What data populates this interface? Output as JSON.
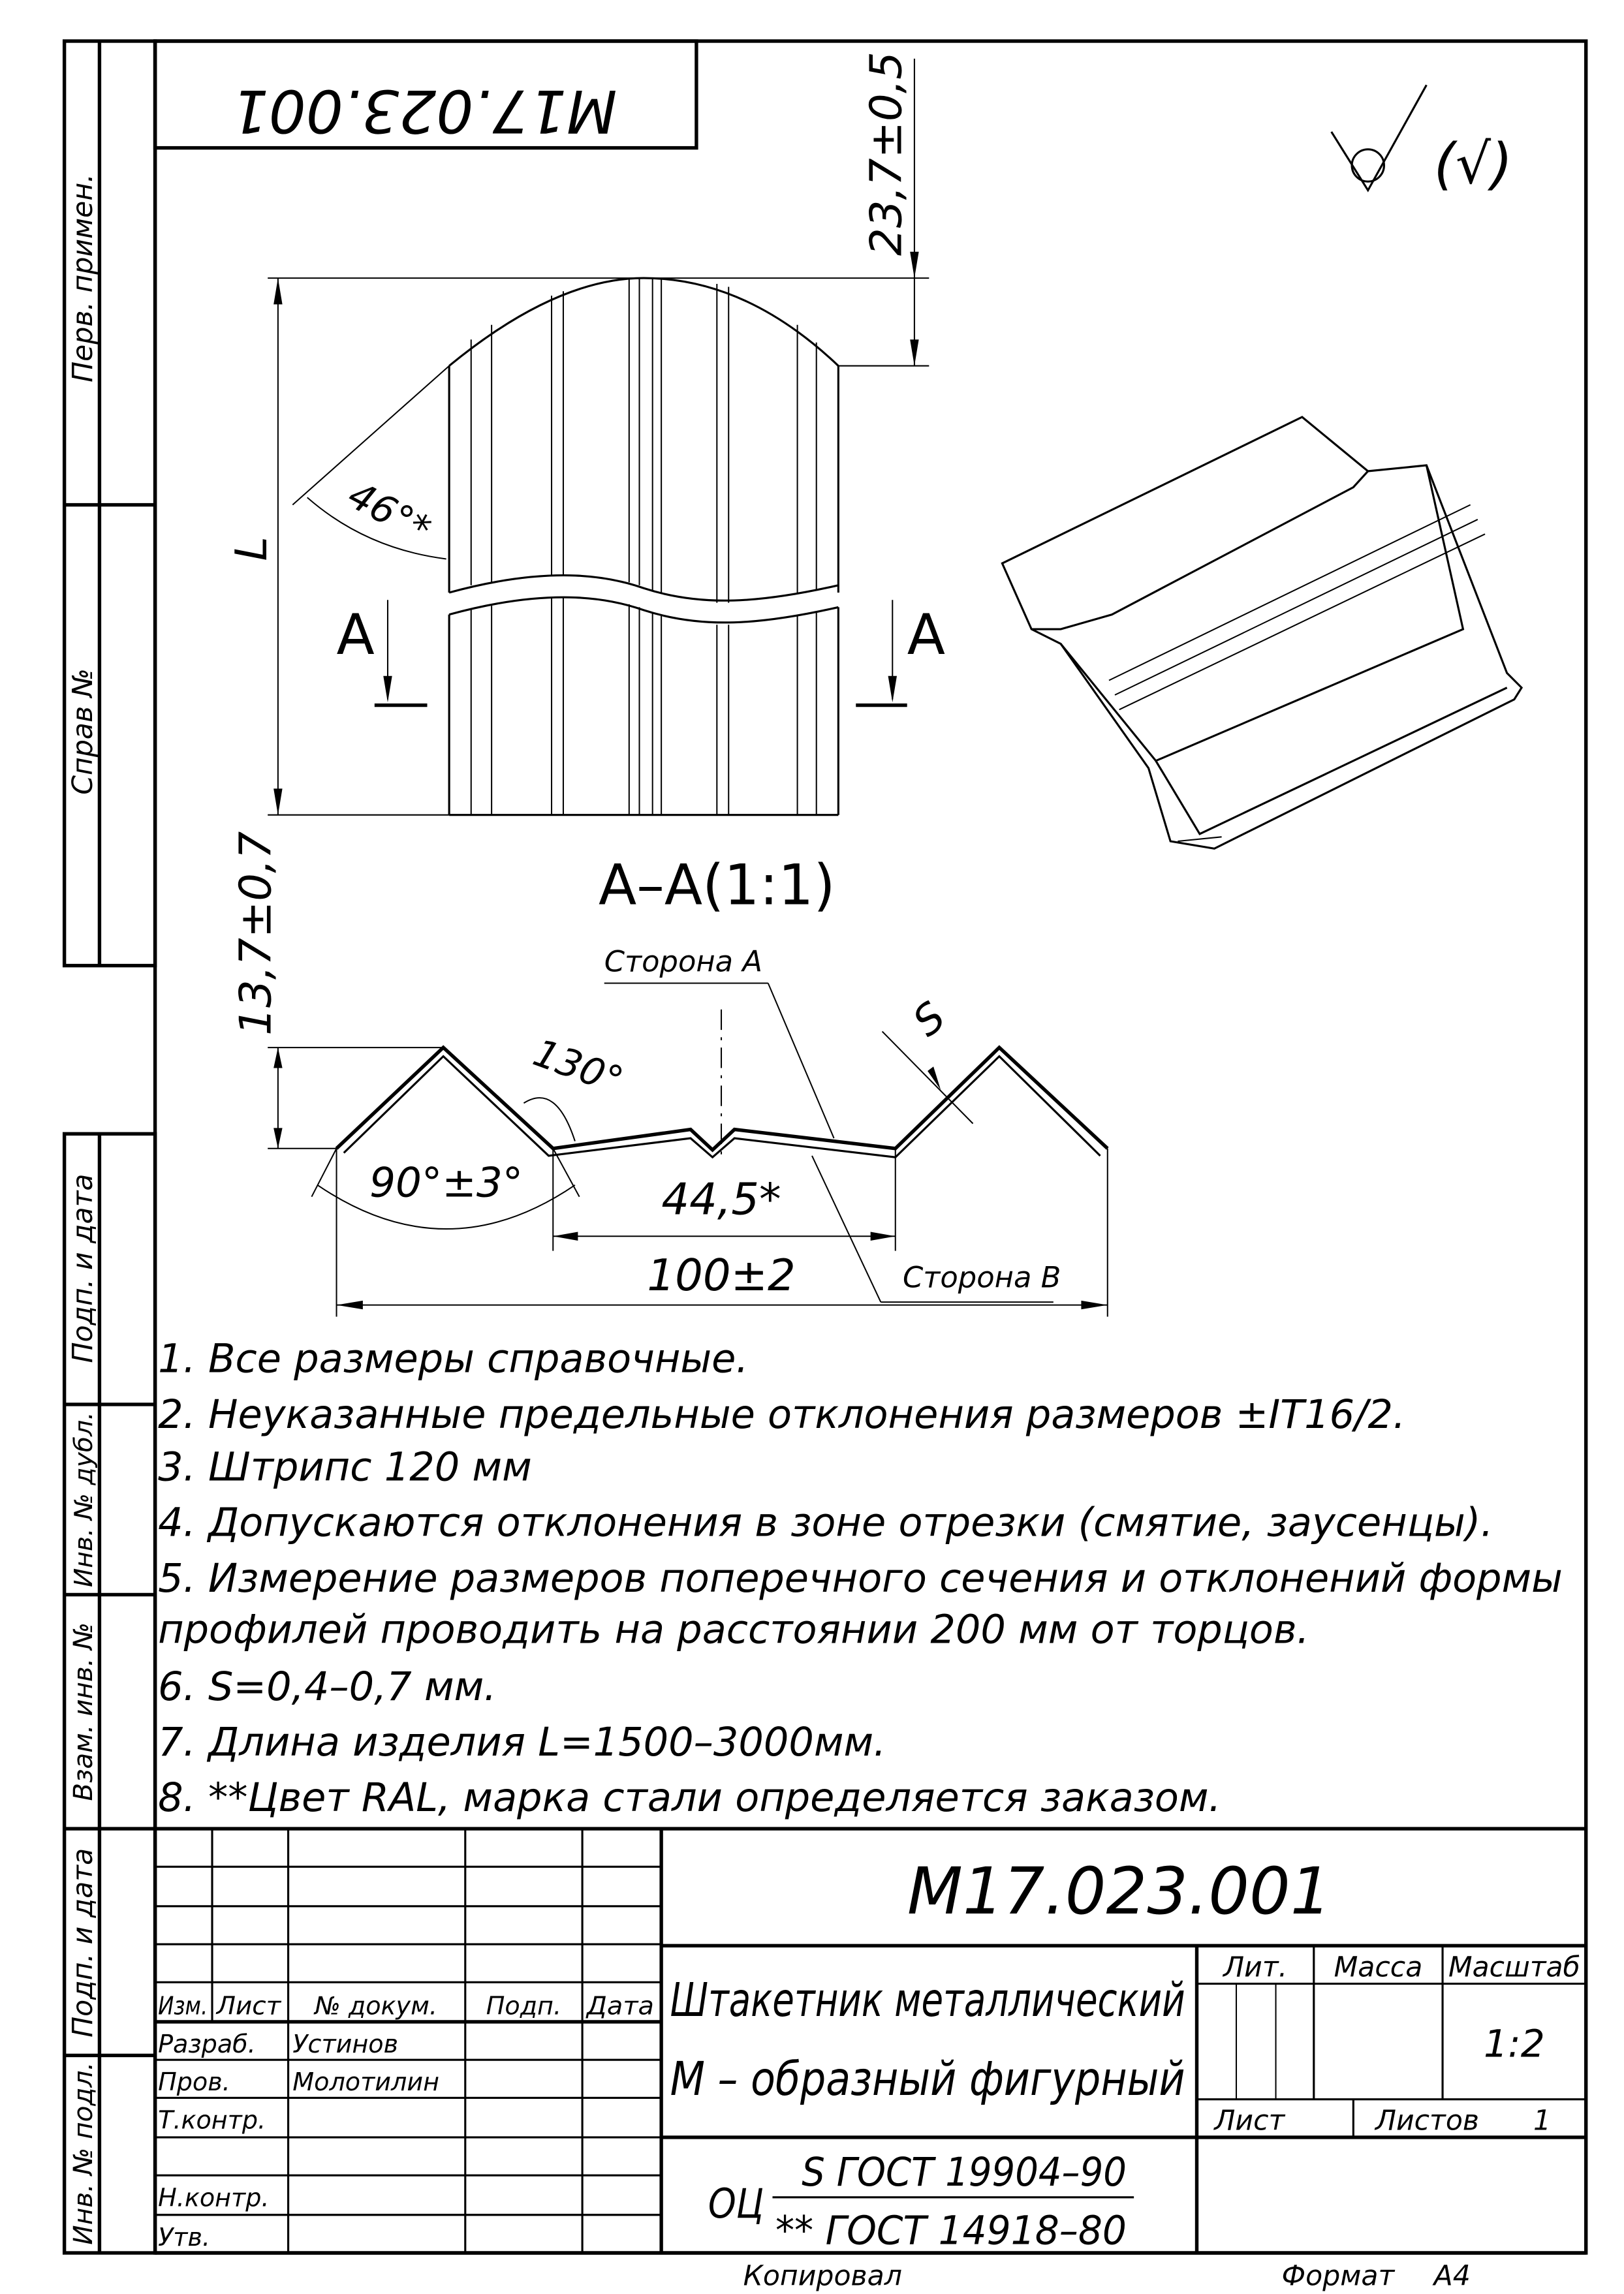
{
  "drawing_number": "М17.023.001",
  "side_labels": [
    "Перв. примен.",
    "Справ №",
    "Подп. и дата",
    "Инв. № дубл.",
    "Взам. инв. №",
    "Подп. и дата",
    "Инв. № подл."
  ],
  "roughness": "(√)",
  "dims": {
    "height_top": "23,7±0,5",
    "length": "L",
    "angle_top": "46°*",
    "section_mark": "А",
    "section_title": "А–А(1:1)",
    "profile_height": "13,7±0,7",
    "angle_130": "130°",
    "angle_90": "90°±3°",
    "width_center": "44,5*",
    "width_total": "100±2",
    "thickness": "S",
    "side_a": "Сторона А",
    "side_b": "Сторона В"
  },
  "notes": [
    "1.  Все размеры справочные.",
    "2.  Неуказанные предельные отклонения размеров ±IT16/2.",
    "3.  Штрипс 120 мм",
    "4.  Допускаются отклонения в зоне отрезки (смятие, заусенцы).",
    "5. Измерение   размеров   поперечного   сечения   и   отклонений   формы",
    "профилей проводить на расстоянии 200 мм от торцов.",
    "6.  S=0,4–0,7 мм.",
    "7.  Длина изделия  L=1500–3000мм.",
    "8.   **Цвет RAL, марка стали определяется заказом."
  ],
  "title_block": {
    "designation": "М17.023.001",
    "headers": {
      "izm": "Изм.",
      "list": "Лист",
      "doc": "№ докум.",
      "sign": "Подп.",
      "date": "Дата"
    },
    "roles": {
      "razrab": "Разраб.",
      "prov": "Пров.",
      "tkontr": "Т.контр.",
      "nkontr": "Н.контр.",
      "utv": "Утв."
    },
    "names": {
      "razrab": "Устинов",
      "prov": "Молотилин"
    },
    "name_line1": "Штакетник металлический",
    "name_line2": "М – образный фигурный",
    "lit": "Лит.",
    "mass": "Масса",
    "scale_label": "Масштаб",
    "scale": "1:2",
    "sheet": "Лист",
    "sheets": "Листов",
    "sheets_count": "1",
    "material_prefix": "ОЦ",
    "material_top": "S ГОСТ 19904–90",
    "material_bottom": "** ГОСТ 14918–80"
  },
  "footer": {
    "copied": "Копировал",
    "format_label": "Формат",
    "format": "А4"
  }
}
